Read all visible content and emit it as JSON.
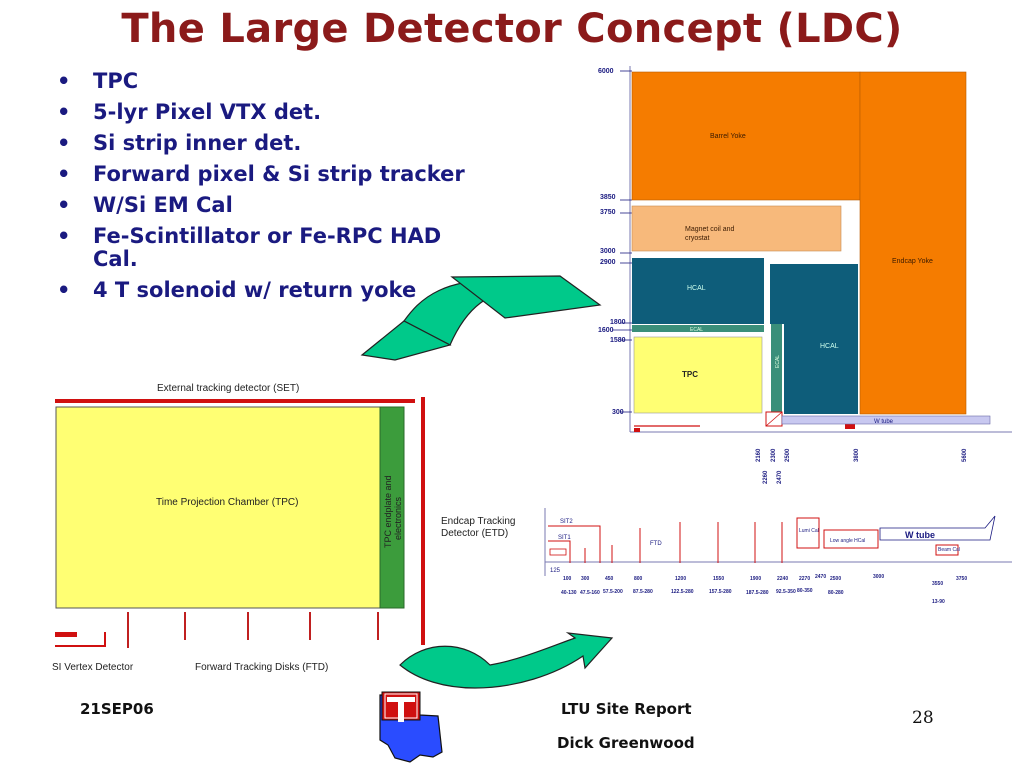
{
  "slide": {
    "title": "The Large Detector Concept (LDC)",
    "bullets": [
      "TPC",
      "5-lyr Pixel VTX det.",
      "Si strip inner det.",
      "Forward pixel & Si strip tracker",
      "W/Si EM Cal",
      "Fe-Scintillator or Fe-RPC HAD Cal.",
      "4 T solenoid w/ return yoke"
    ],
    "footer": {
      "date": "21SEP06",
      "report": "LTU Site Report",
      "author": "Dick Greenwood",
      "page": "28"
    }
  },
  "quadrant": {
    "labels": {
      "barrel_yoke": "Barrel Yoke",
      "magnet": "Magnet coil and",
      "magnet2": "cryostat",
      "endcap_yoke": "Endcap Yoke",
      "hcal": "HCAL",
      "hcal2": "HCAL",
      "ecal": "ECAL",
      "ecal_vert": "ECAL",
      "tpc": "TPC",
      "wtube": "W tube"
    },
    "radial_ticks": [
      "6000",
      "3850",
      "3750",
      "3000",
      "2900",
      "1800",
      "1600",
      "1580",
      "300"
    ],
    "z_ticks": [
      "2160",
      "2260",
      "2300",
      "2470",
      "2500",
      "3800",
      "5600"
    ]
  },
  "inner": {
    "set": "External tracking detector (SET)",
    "tpc": "Time Projection Chamber (TPC)",
    "endplate1": "TPC endplate and",
    "endplate2": "electronics",
    "etd1": "Endcap Tracking",
    "etd2": "Detector (ETD)",
    "vtx": "SI Vertex Detector",
    "ftd": "Forward Tracking Disks (FTD)"
  },
  "forward": {
    "labels": {
      "sit2": "SIT2",
      "sit1": "SIT1",
      "ftd": "FTD",
      "r125": "125",
      "lowcal": "Lumi Cal",
      "lowangle": "Low angle HCal",
      "wtube": "W tube",
      "beamcal": "Beam Cal"
    },
    "z_top": [
      "100",
      "300",
      "450",
      "800",
      "1200",
      "1550",
      "1900",
      "2240",
      "2270",
      "2470",
      "2500",
      "3000",
      "3550",
      "3750"
    ],
    "z_bottom": [
      "40-130",
      "47.5-160",
      "57.5-200",
      "87.5-280",
      "122.5-280",
      "157.5-280",
      "187.5-280",
      "92.5-350",
      "80-350",
      "80-280",
      "13-90"
    ]
  },
  "colors": {
    "title": "#8b1a1a",
    "bullet_text": "#1a1a80",
    "yoke": "#f57c00",
    "magnet": "#f7b97b",
    "hcal": "#0e5d7a",
    "ecal": "#3a8f7a",
    "tpc_fill": "#ffff73",
    "endplate": "#3c9c3c",
    "red_line": "#d01010",
    "arrow": "#00c98a"
  }
}
